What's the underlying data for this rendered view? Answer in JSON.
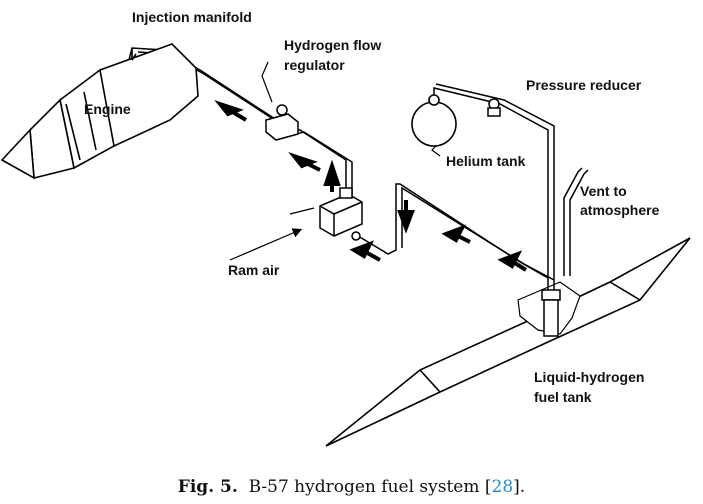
{
  "labels": {
    "injection_manifold": "Injection manifold",
    "hydrogen_flow_regulator_1": "Hydrogen flow",
    "hydrogen_flow_regulator_2": "regulator",
    "engine": "Engine",
    "pressure_reducer": "Pressure reducer",
    "helium_tank": "Helium tank",
    "vent_1": "Vent to",
    "vent_2": "atmosphere",
    "ram_air": "Ram air",
    "lh2_tank_1": "Liquid-hydrogen",
    "lh2_tank_2": "fuel tank"
  },
  "caption": {
    "fig": "Fig. 5.",
    "text": "B-57 hydrogen fuel system [",
    "ref": "28",
    "end": "]."
  }
}
